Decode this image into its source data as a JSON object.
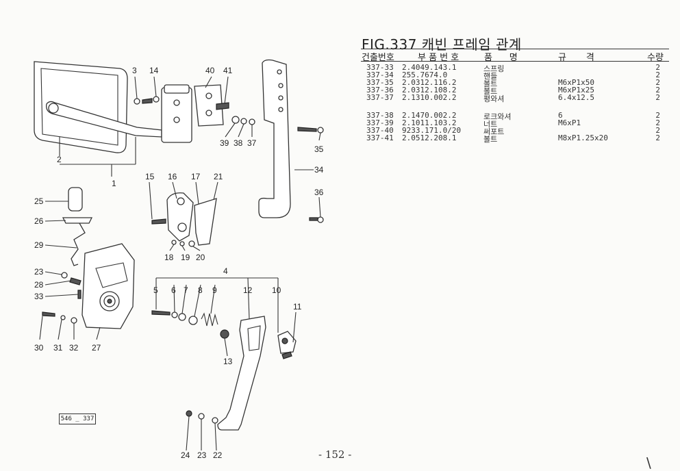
{
  "figure": {
    "title": "FIG.337 캐빈 프레임 관계",
    "page_number": "- 152 -",
    "ref_code": "546 _ 337"
  },
  "table": {
    "headers": [
      "건출번호",
      "부 품 번 호",
      "품      명",
      "규       격",
      "수량"
    ],
    "rows": [
      {
        "ref": "337-33",
        "part": "2.4049.143.1",
        "name": "스프링",
        "spec": "",
        "qty": "2"
      },
      {
        "ref": "337-34",
        "part": "255.7674.0",
        "name": "핸들",
        "spec": "",
        "qty": "2"
      },
      {
        "ref": "337-35",
        "part": "2.0312.116.2",
        "name": "볼트",
        "spec": "M6xP1x50",
        "qty": "2"
      },
      {
        "ref": "337-36",
        "part": "2.0312.108.2",
        "name": "볼트",
        "spec": "M6xP1x25",
        "qty": "2"
      },
      {
        "ref": "337-37",
        "part": "2.1310.002.2",
        "name": "평와셔",
        "spec": "6.4x12.5",
        "qty": "2"
      },
      {
        "ref": "337-38",
        "part": "2.1470.002.2",
        "name": "로크와셔",
        "spec": "6",
        "qty": "2"
      },
      {
        "ref": "337-39",
        "part": "2.1011.103.2",
        "name": "너트",
        "spec": "M6xP1",
        "qty": "2"
      },
      {
        "ref": "337-40",
        "part": "9233.171.0/20",
        "name": "써포트",
        "spec": "",
        "qty": "2"
      },
      {
        "ref": "337-41",
        "part": "2.0512.208.1",
        "name": "볼트",
        "spec": "M8xP1.25x20",
        "qty": "2"
      }
    ]
  },
  "callouts": {
    "n1": "1",
    "n2": "2",
    "n3": "3",
    "n4": "4",
    "n5": "5",
    "n6": "6",
    "n7": "7",
    "n8": "8",
    "n9": "9",
    "n10": "10",
    "n11": "11",
    "n12": "12",
    "n13": "13",
    "n14": "14",
    "n15": "15",
    "n16": "16",
    "n17": "17",
    "n18": "18",
    "n19": "19",
    "n20": "20",
    "n21": "21",
    "n22": "22",
    "n23a": "23",
    "n23b": "23",
    "n24": "24",
    "n25": "25",
    "n26": "26",
    "n27": "27",
    "n28": "28",
    "n29": "29",
    "n30": "30",
    "n31": "31",
    "n32": "32",
    "n33": "33",
    "n34": "34",
    "n35": "35",
    "n36": "36",
    "n37": "37",
    "n38": "38",
    "n39": "39",
    "n40": "40",
    "n41": "41"
  }
}
